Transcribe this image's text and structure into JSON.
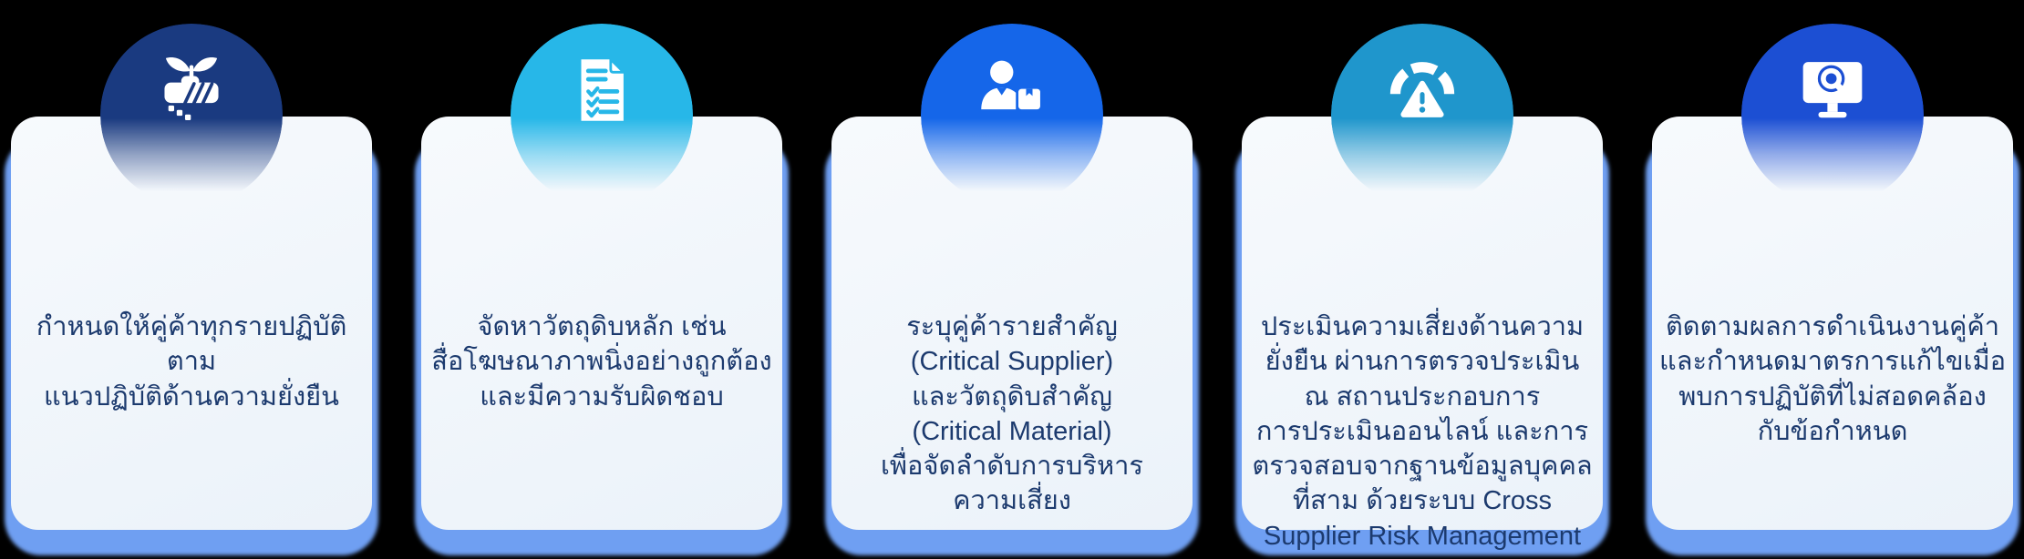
{
  "colors": {
    "background": "#000000",
    "card_fill": "#eef4fb",
    "card_shadow_blue": "#6f9ff2",
    "text_navy": "#1c3a6e",
    "icon_foreground": "#ffffff"
  },
  "cards": [
    {
      "id": 1,
      "icon": "handshake-sprout-icon",
      "circle_color": "#1a3a80",
      "text": "กำหนดให้คู่ค้าทุกรายปฏิบัติตาม\nแนวปฏิบัติด้านความยั่งยืน"
    },
    {
      "id": 2,
      "icon": "checklist-document-icon",
      "circle_color": "#27b7e8",
      "text": "จัดหาวัตถุดิบหลัก เช่น\nสื่อโฆษณาภาพนิ่งอย่างถูกต้อง\nและมีความรับผิดชอบ"
    },
    {
      "id": 3,
      "icon": "supplier-person-box-icon",
      "circle_color": "#1566e9",
      "text": "ระบุคู่ค้ารายสำคัญ\n(Critical Supplier)\nและวัตถุดิบสำคัญ\n(Critical Material)\nเพื่อจัดลำดับการบริหาร\nความเสี่ยง"
    },
    {
      "id": 4,
      "icon": "risk-gauge-warning-icon",
      "circle_color": "#1f96cc",
      "text": "ประเมินความเสี่ยงด้านความ\nยั่งยืน ผ่านการตรวจประเมิน\nณ สถานประกอบการ\nการประเมินออนไลน์ และการ\nตรวจสอบจากฐานข้อมูลบุคคล\nที่สาม ด้วยระบบ Cross\nSupplier Risk Management"
    },
    {
      "id": 5,
      "icon": "monitor-search-icon",
      "circle_color": "#1c4fd3",
      "text": "ติดตามผลการดำเนินงานคู่ค้า\nและกำหนดมาตรการแก้ไขเมื่อ\nพบการปฏิบัติที่ไม่สอดคล้อง\nกับข้อกำหนด"
    }
  ]
}
